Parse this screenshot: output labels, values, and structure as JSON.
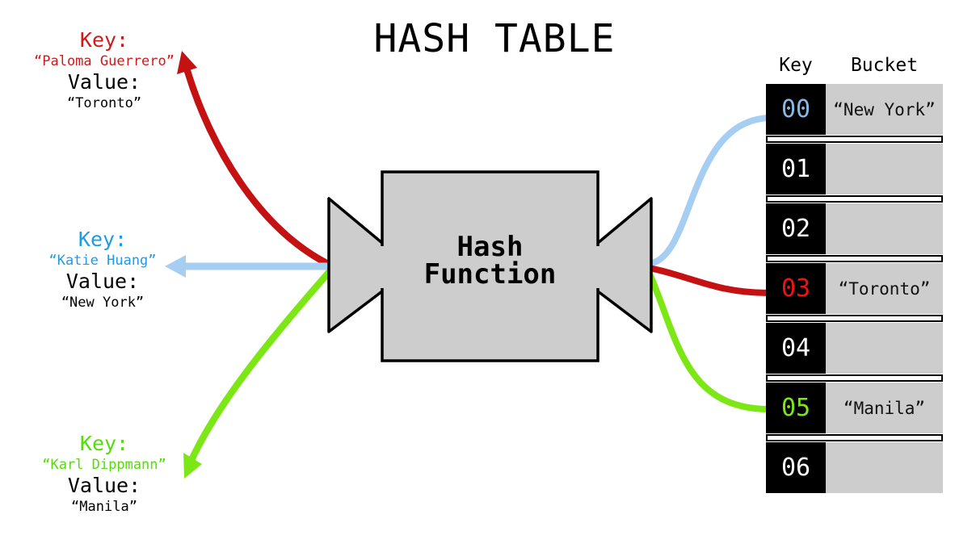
{
  "title": "HASH TABLE",
  "colors": {
    "red_text": "#d01a1a",
    "red_curve": "#c41112",
    "red_index": "#f01212",
    "blue_text": "#1d9be8",
    "blue_curve": "#a6cef2",
    "blue_index": "#85b9e6",
    "green_text": "#55dc0c",
    "green_curve": "#7de716",
    "green_index": "#7de716",
    "box_fill": "#cdcdcd",
    "box_stroke": "#000000"
  },
  "hash_function": {
    "line1": "Hash",
    "line2": "Function"
  },
  "annotations": [
    {
      "key_label": "Key:",
      "key": "“Paloma Guerrero”",
      "value_label": "Value:",
      "value": "“Toronto”"
    },
    {
      "key_label": "Key:",
      "key": "“Katie Huang”",
      "value_label": "Value:",
      "value": "“New York”"
    },
    {
      "key_label": "Key:",
      "key": "“Karl Dippmann”",
      "value_label": "Value:",
      "value": "“Manila”"
    }
  ],
  "table": {
    "key_header": "Key",
    "bucket_header": "Bucket",
    "rows": [
      {
        "index": "00",
        "value": "“New York”",
        "highlight": "blue"
      },
      {
        "index": "01",
        "value": ""
      },
      {
        "index": "02",
        "value": ""
      },
      {
        "index": "03",
        "value": "“Toronto”",
        "highlight": "red"
      },
      {
        "index": "04",
        "value": ""
      },
      {
        "index": "05",
        "value": "“Manila”",
        "highlight": "green"
      },
      {
        "index": "06",
        "value": ""
      }
    ]
  }
}
